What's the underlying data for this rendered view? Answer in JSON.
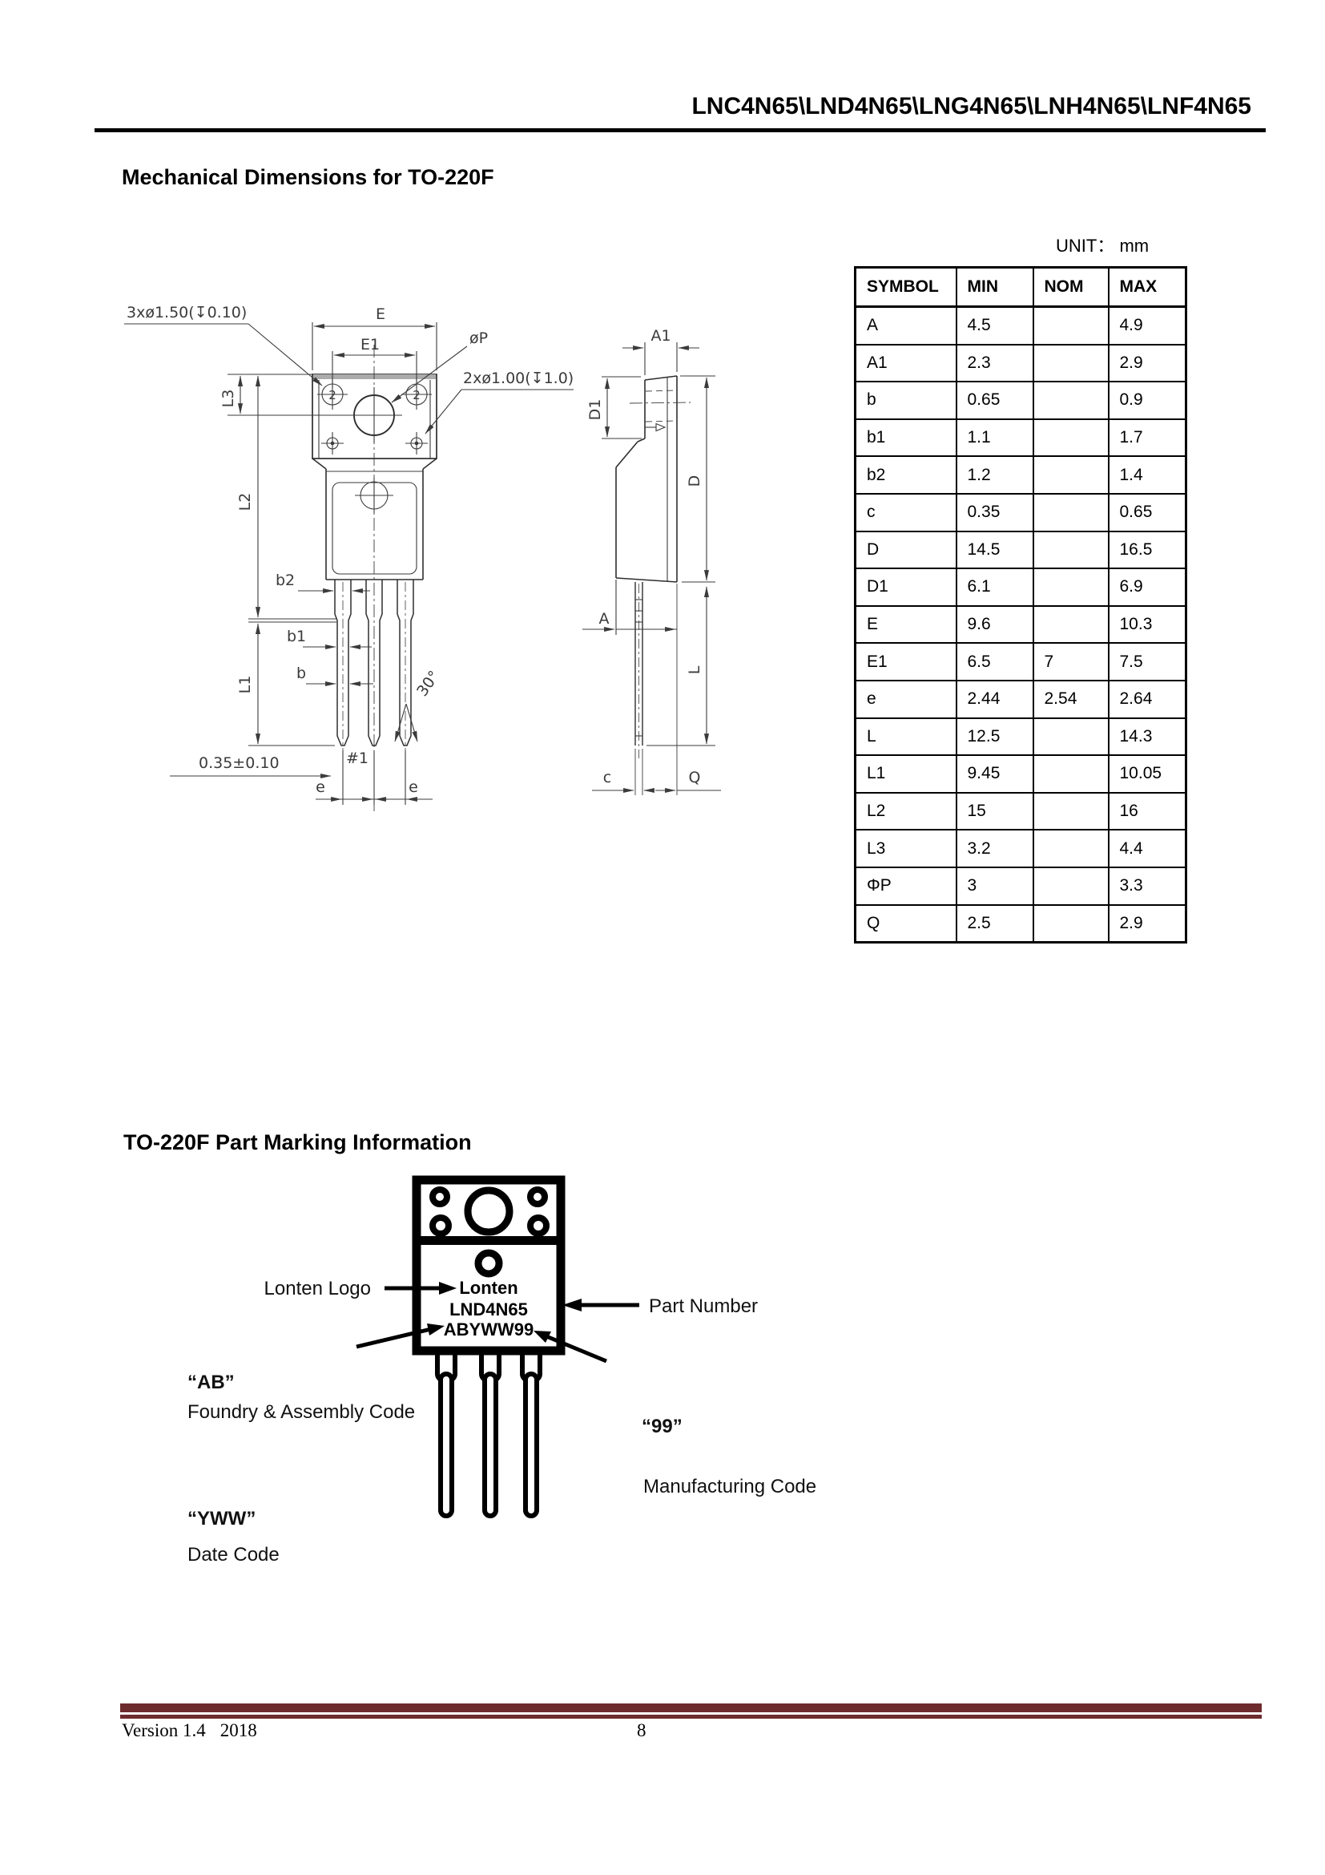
{
  "header": {
    "title": "LNC4N65\\LND4N65\\LNG4N65\\LNH4N65\\LNF4N65"
  },
  "sections": {
    "mech_title": "Mechanical Dimensions for TO-220F",
    "marking_title": "TO-220F Part Marking Information"
  },
  "dim_table": {
    "unit_label": "UNIT： mm",
    "headers": [
      "SYMBOL",
      "MIN",
      "NOM",
      "MAX"
    ],
    "rows": [
      [
        "A",
        "4.5",
        "",
        "4.9"
      ],
      [
        "A1",
        "2.3",
        "",
        "2.9"
      ],
      [
        "b",
        "0.65",
        "",
        "0.9"
      ],
      [
        "b1",
        "1.1",
        "",
        "1.7"
      ],
      [
        "b2",
        "1.2",
        "",
        "1.4"
      ],
      [
        "c",
        "0.35",
        "",
        "0.65"
      ],
      [
        "D",
        "14.5",
        "",
        "16.5"
      ],
      [
        "D1",
        "6.1",
        "",
        "6.9"
      ],
      [
        "E",
        "9.6",
        "",
        "10.3"
      ],
      [
        "E1",
        "6.5",
        "7",
        "7.5"
      ],
      [
        "e",
        "2.44",
        "2.54",
        "2.64"
      ],
      [
        "L",
        "12.5",
        "",
        "14.3"
      ],
      [
        "L1",
        "9.45",
        "",
        "10.05"
      ],
      [
        "L2",
        "15",
        "",
        "16"
      ],
      [
        "L3",
        "3.2",
        "",
        "4.4"
      ],
      [
        "ΦP",
        "3",
        "",
        "3.3"
      ],
      [
        "Q",
        "2.5",
        "",
        "2.9"
      ]
    ]
  },
  "drawing": {
    "labels": {
      "hole3x": "3xø1.50(↧0.10)",
      "hole2x": "2xø1.00(↧1.0)",
      "phi_p": "øP",
      "E": "E",
      "E1": "E1",
      "L3": "L3",
      "L2": "L2",
      "L1": "L1",
      "b2": "b2",
      "b1": "b1",
      "b": "b",
      "lead_offset": "0.35±0.10",
      "pin1": "#1",
      "e_pitch": "e",
      "angle": "30°",
      "hole_num": "2",
      "A1": "A1",
      "D1": "D1",
      "D": "D",
      "A": "A",
      "L": "L",
      "c": "c",
      "Q": "Q"
    }
  },
  "marking": {
    "package_text": [
      "Lonten",
      "LND4N65",
      "ABYWW99"
    ],
    "callouts": {
      "logo": "Lonten Logo",
      "part_number": "Part Number",
      "ab_code": "“AB”",
      "ab_desc": "Foundry & Assembly Code",
      "mfg_code": "“99”",
      "mfg_desc": "Manufacturing Code",
      "date_code": "“YWW”",
      "date_desc": "Date Code"
    }
  },
  "footer": {
    "version": "Version 1.4",
    "year": "2018",
    "page_number": "8"
  }
}
